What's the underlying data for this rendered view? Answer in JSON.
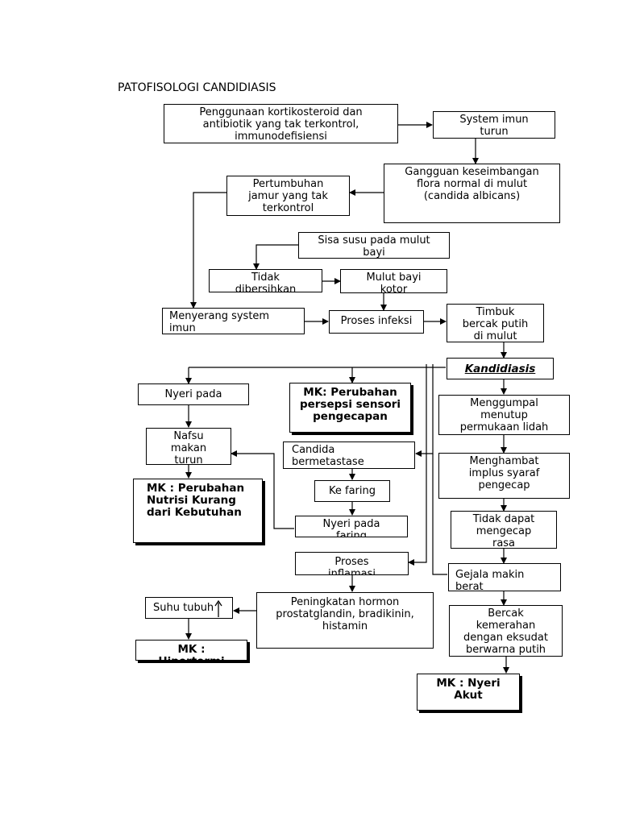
{
  "title": "PATOFISOLOGI CANDIDIASIS",
  "nodes": {
    "penggunaan": "Penggunaan kortikosteroid dan\nantibiotik yang tak terkontrol,\nimmunodefisiensi",
    "system_imun": "System imun\nturun",
    "gangguan": "Gangguan keseimbangan\nflora normal di mulut\n(candida albicans)",
    "pertumbuhan": "Pertumbuhan\njamur yang tak\nterkontrol",
    "sisa_susu": "Sisa susu pada mulut\nbayi",
    "tidak": "Tidak\ndibersihkan",
    "mulut_bayi": "Mulut bayi\nkotor",
    "menyerang": "Menyerang    system\nimun",
    "proses_infeksi": "Proses infeksi",
    "timbul": "Timbuk\nbercak putih\ndi mulut",
    "kandidiasis": "Kandidiasis",
    "nyeri_pada_1": "Nyeri pada",
    "mk_persepsi": "MK: Perubahan\npersepsi sensori\npengecapan",
    "menggumpal": "Menggumpal\nmenutup\npermukaan lidah",
    "nafsu": "Nafsu\nmakan\nturun",
    "candida": "Candida\nbermetastase",
    "menghambat": "Menghambat\nimplus syaraf\npengecap",
    "mk_nutrisi": "MK : Perubahan\nNutrisi Kurang\ndari Kebutuhan",
    "ke_faring": "Ke faring",
    "nyeri_pada_2": "Nyeri pada\nfaring",
    "tidak_dapat": "Tidak dapat\nmengecap\nrasa",
    "proses_inflamasi": "Proses\ninflamasi",
    "gejala": "Gejala        makin\nberat",
    "suhu": "Suhu tubuh",
    "peningkatan": "Peningkatan hormon\nprostatglandin, bradikinin,\nhistamin",
    "bercak": "Bercak\nkemerahan\ndengan eksudat\nberwarna putih",
    "mk_hipertermi": "MK :\nHipertermi",
    "mk_nyeri": "MK : Nyeri\nAkut"
  }
}
